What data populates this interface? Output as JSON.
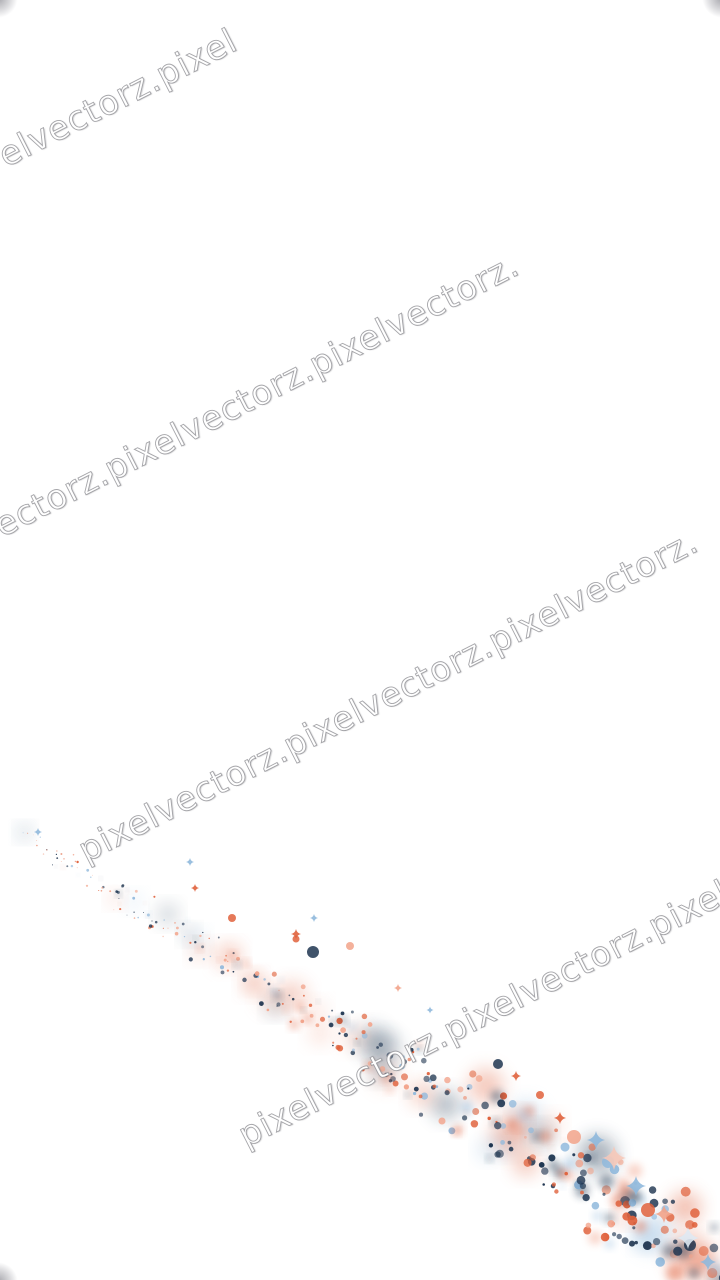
{
  "image": {
    "background": "#ffffff",
    "palette": {
      "navy": "#1f3550",
      "orange": "#e0623c",
      "light_blue": "#8fb8dc",
      "peach": "#f2a38a"
    },
    "watermark": {
      "text": "pixelvectorz.",
      "lines": [
        "elvectorz.pixel",
        "ectorz.pixelvectorz.pixelvectorz.",
        "pixelvectorz.pixelvectorz.pixelvectorz.",
        "pixelvectorz.pixelvectorz.pixelv"
      ]
    }
  }
}
